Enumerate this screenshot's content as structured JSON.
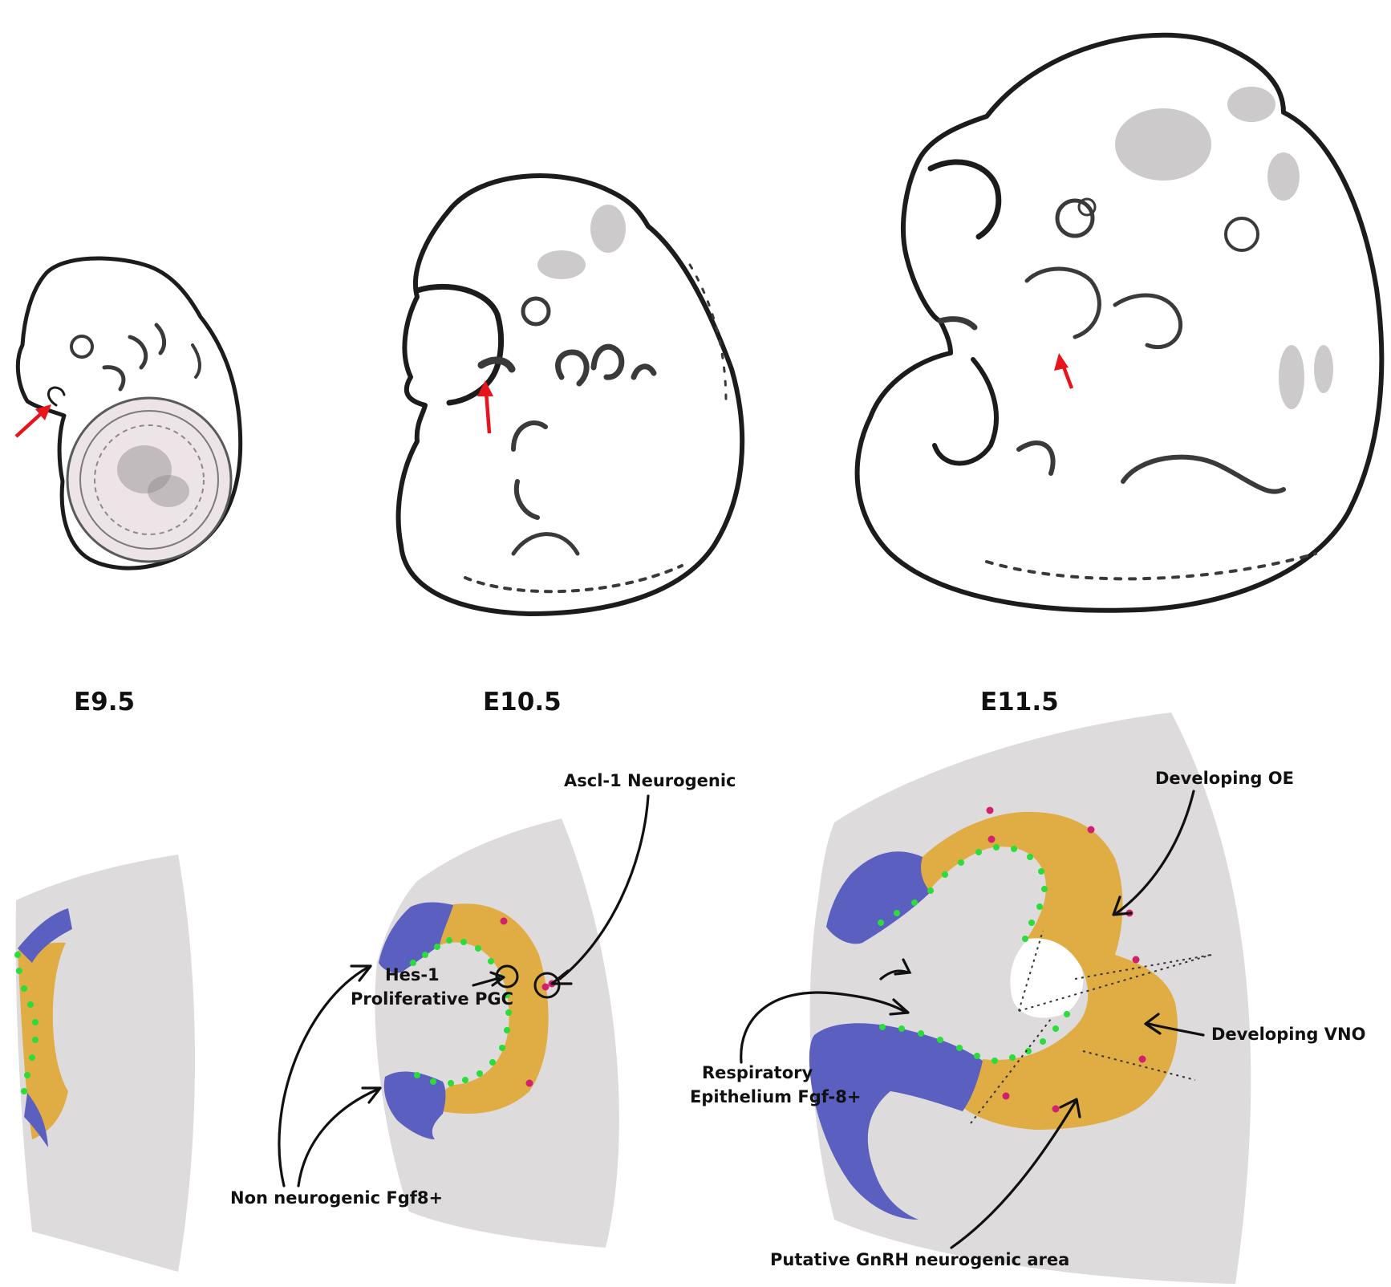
{
  "stages": [
    "E9.5",
    "E10.5",
    "E11.5"
  ],
  "annotations": {
    "ascl1": "Ascl-1 Neurogenic",
    "hes1_line1": "Hes-1",
    "hes1_line2": "Proliferative PGC",
    "non_neurogenic": "Non neurogenic Fgf8+",
    "developing_oe": "Developing OE",
    "developing_vno": "Developing VNO",
    "respiratory_line1": "Respiratory",
    "respiratory_line2": "Epithelium Fgf-8+",
    "gnrh": "Putative GnRH neurogenic area"
  },
  "colors": {
    "non_neurogenic_region": "#5b5fc0",
    "neurogenic_region": "#e0ad45",
    "hes1_cells": "#2bdc3a",
    "ascl1_cells": "#d0206e",
    "pointer_arrow": "#e8141c"
  }
}
